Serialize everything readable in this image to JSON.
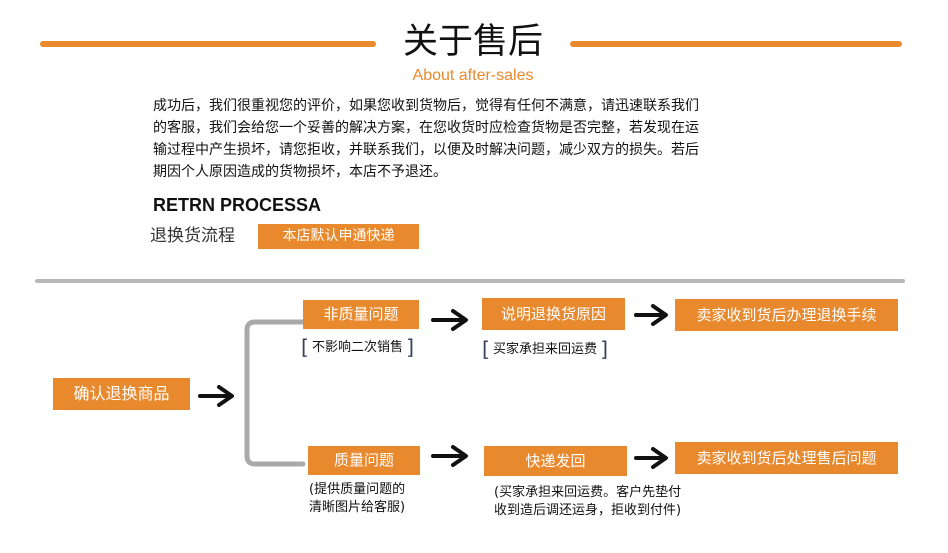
{
  "header": {
    "title": "关于售后",
    "subtitle": "About after-sales",
    "accent_color": "#e9892e"
  },
  "intro": {
    "text": "成功后，我们很重视您的评价，如果您收到货物后，觉得有任何不满意，请迅速联系我们\n的客服，我们会给您一个妥善的解决方案，在您收货时应检查货物是否完整，若发现在运\n输过程中产生损坏，请您拒收，并联系我们，以便及时解决问题，减少双方的损失。若后\n期因个人原因造成的货物损坏，本店不予退还。"
  },
  "process": {
    "heading": "RETRN PROCESSA",
    "label": "退换货流程",
    "tag": "本店默认申通快递"
  },
  "flow": {
    "start_box": "确认退换商品",
    "top": {
      "box1": "非质量问题",
      "box1_note": "不影响二次销售",
      "box2": "说明退换货原因",
      "box2_note": "买家承担来回运费",
      "box3": "卖家收到货后办理退换手续"
    },
    "bottom": {
      "box1": "质量问题",
      "box1_note": "(提供质量问题的\n清晰图片给客服)",
      "box2": "快递发回",
      "box2_note": "(买家承担来回运费。客户先垫付\n收到造后调还运身，拒收到付件)",
      "box3": "卖家收到货后处理售后问题"
    },
    "colors": {
      "box": "#e9892e",
      "bracket": "#a9a9a9",
      "arrow": "#111111"
    }
  }
}
